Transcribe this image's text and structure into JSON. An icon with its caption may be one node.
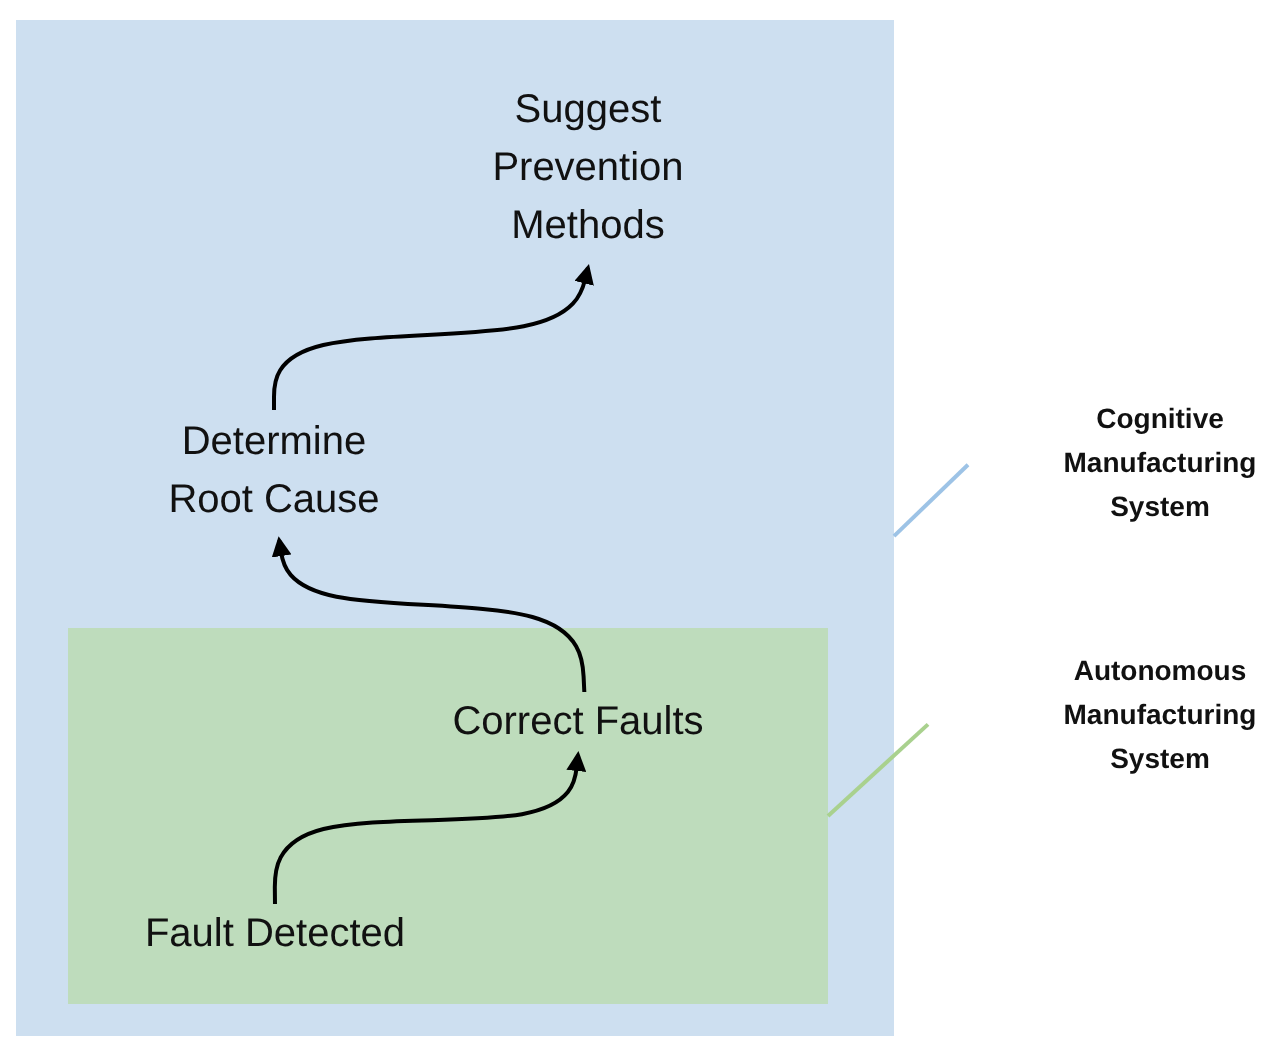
{
  "diagram": {
    "nodes": [
      {
        "text": [],
        "shape": "box"
      },
      {
        "text": [
          "Suggest Prevention Methods"
        ],
        "in": 0
      },
      {
        "text": [
          "Determine Root Cause"
        ],
        "in": 0
      },
      {
        "text": [],
        "shape": "box",
        "in": 0
      },
      {
        "text": [
          "Correct Faults"
        ],
        "in": 3
      },
      {
        "text": [
          "Fault Detected"
        ],
        "in": 3
      },
      {
        "text": [
          "Cognitive Manufacturing System"
        ]
      },
      {
        "text": [
          "Autonomous Manufacturing System"
        ]
      }
    ],
    "edges": [
      {
        "from": 5,
        "to": 4,
        "arrow": "to"
      },
      {
        "from": 4,
        "to": 2,
        "arrow": "to"
      },
      {
        "from": 2,
        "to": 1,
        "arrow": "to"
      },
      {
        "from": 6,
        "to": 0,
        "arrow": "none",
        "color": "#9dc3e6"
      },
      {
        "from": 7,
        "to": 3,
        "arrow": "none",
        "color": "#a9d18e"
      }
    ]
  }
}
